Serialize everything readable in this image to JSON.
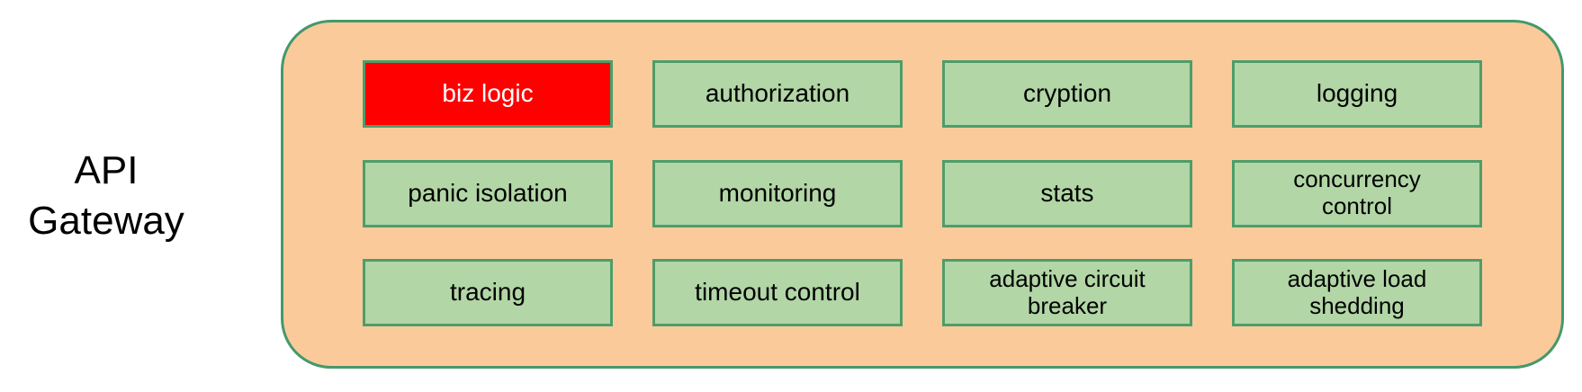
{
  "gateway": {
    "label": "API\nGateway",
    "features": [
      {
        "label": "biz logic",
        "highlight": true
      },
      {
        "label": "authorization",
        "highlight": false
      },
      {
        "label": "cryption",
        "highlight": false
      },
      {
        "label": "logging",
        "highlight": false
      },
      {
        "label": "panic isolation",
        "highlight": false
      },
      {
        "label": "monitoring",
        "highlight": false
      },
      {
        "label": "stats",
        "highlight": false
      },
      {
        "label": "concurrency\ncontrol",
        "highlight": false
      },
      {
        "label": "tracing",
        "highlight": false
      },
      {
        "label": "timeout control",
        "highlight": false
      },
      {
        "label": "adaptive circuit\nbreaker",
        "highlight": false
      },
      {
        "label": "adaptive load\nshedding",
        "highlight": false
      }
    ]
  },
  "colors": {
    "container_fill": "#FBCA9B",
    "container_border": "#44996A",
    "box_fill": "#B2D6A6",
    "box_border": "#4E9D69",
    "highlight_fill": "#FE0000",
    "highlight_text": "#FFFFFF",
    "text": "#000000",
    "background": "#FFFFFF"
  }
}
